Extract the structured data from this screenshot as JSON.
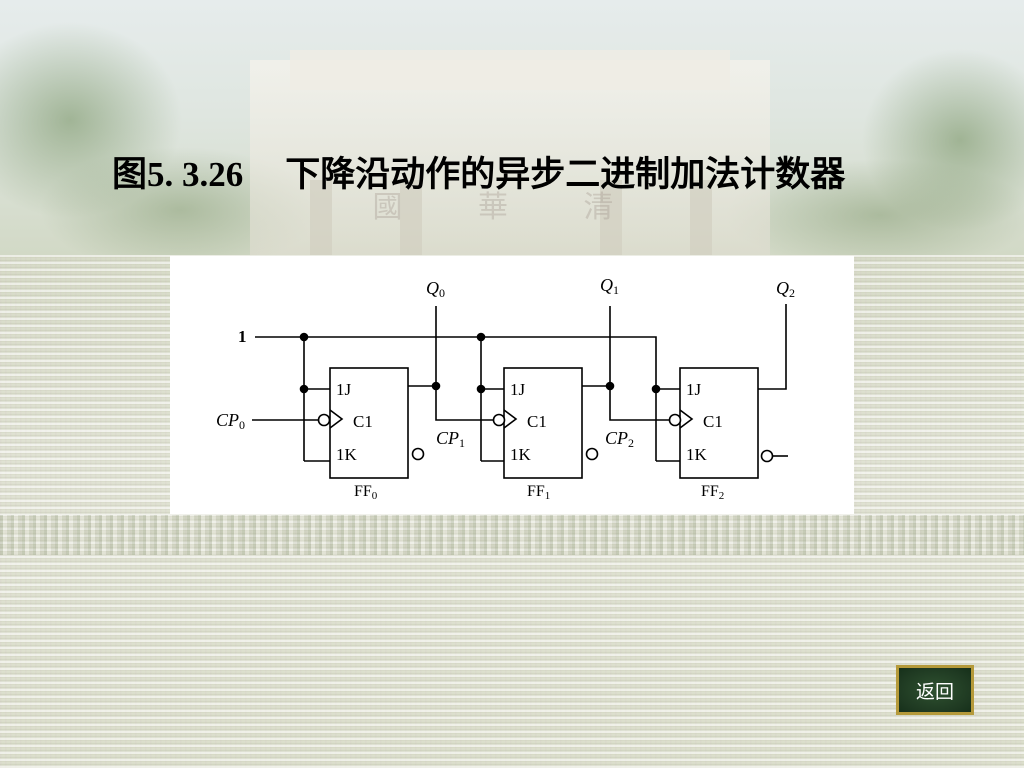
{
  "slide": {
    "figure_number": "图5. 3.26",
    "figure_title": "下降沿动作的异步二进制加法计数器"
  },
  "background": {
    "inscription": "國 華 清"
  },
  "diagram": {
    "input_one": "1",
    "clock_input": {
      "base": "CP",
      "sub": "0"
    },
    "flip_flops": [
      {
        "name": "FF",
        "sub": "0",
        "j_label": "1J",
        "c_label": "C1",
        "k_label": "1K"
      },
      {
        "name": "FF",
        "sub": "1",
        "j_label": "1J",
        "c_label": "C1",
        "k_label": "1K"
      },
      {
        "name": "FF",
        "sub": "2",
        "j_label": "1J",
        "c_label": "C1",
        "k_label": "1K"
      }
    ],
    "outputs": [
      {
        "base": "Q",
        "sub": "0"
      },
      {
        "base": "Q",
        "sub": "1"
      },
      {
        "base": "Q",
        "sub": "2"
      }
    ],
    "internal_clocks": [
      {
        "base": "CP",
        "sub": "1"
      },
      {
        "base": "CP",
        "sub": "2"
      }
    ]
  },
  "navigation": {
    "back_label": "返回"
  },
  "colors": {
    "button_border": "#b59a3a",
    "button_fill": "#1f3a22",
    "title_text": "#000000"
  }
}
